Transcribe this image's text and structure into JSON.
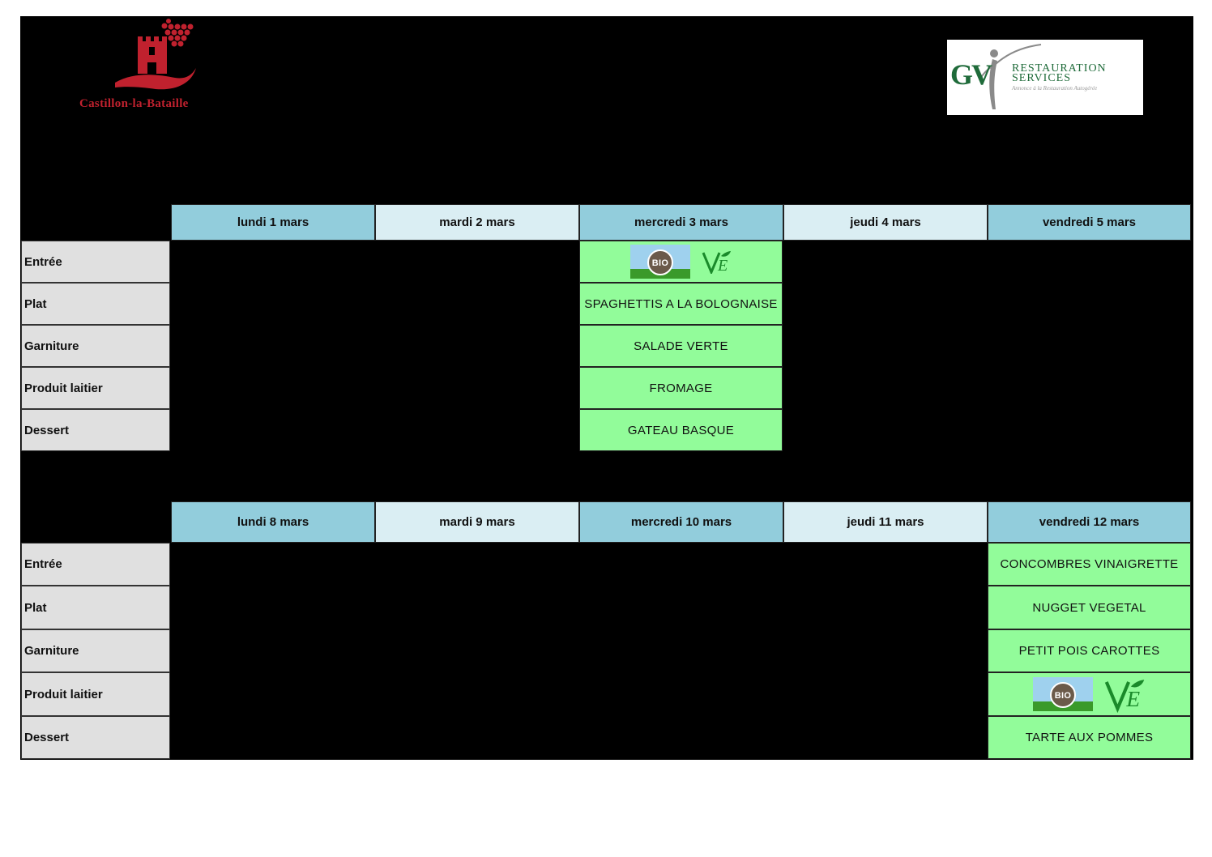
{
  "logos": {
    "left": {
      "name": "Castillon-la-Bataille",
      "color": "#c0212e"
    },
    "right": {
      "letters": "GV",
      "line1": "RESTAURATION",
      "line2": "SERVICES",
      "tagline": "Annonce à la Restauration Autogérée"
    }
  },
  "colors": {
    "header_dark": "#92cddc",
    "header_light": "#daeef3",
    "label_bg": "#e0e0e0",
    "food_bg": "#92fc9a",
    "background": "#000000"
  },
  "rows": [
    "Entrée",
    "Plat",
    "Garniture",
    "Produit laitier",
    "Dessert"
  ],
  "week1": {
    "days": [
      "lundi 1 mars",
      "mardi 2 mars",
      "mercredi 3 mars",
      "jeudi 4 mars",
      "vendredi 5 mars"
    ],
    "menu": {
      "entree": "",
      "entree_badges": [
        "bio-territoire-icon",
        "vegetarian-ve-icon"
      ],
      "plat": "SPAGHETTIS A LA  BOLOGNAISE",
      "garniture": "SALADE VERTE",
      "produit_laitier": "FROMAGE",
      "dessert": "GATEAU BASQUE"
    }
  },
  "week2": {
    "days": [
      "lundi 8 mars",
      "mardi 9 mars",
      "mercredi 10 mars",
      "jeudi 11 mars",
      "vendredi 12 mars"
    ],
    "menu": {
      "entree": "CONCOMBRES VINAIGRETTE",
      "plat": "NUGGET VEGETAL",
      "garniture": "PETIT POIS CAROTTES",
      "produit_laitier": "",
      "produit_laitier_badges": [
        "bio-territoire-icon",
        "vegetarian-ve-icon"
      ],
      "dessert": "TARTE AUX POMMES"
    }
  }
}
